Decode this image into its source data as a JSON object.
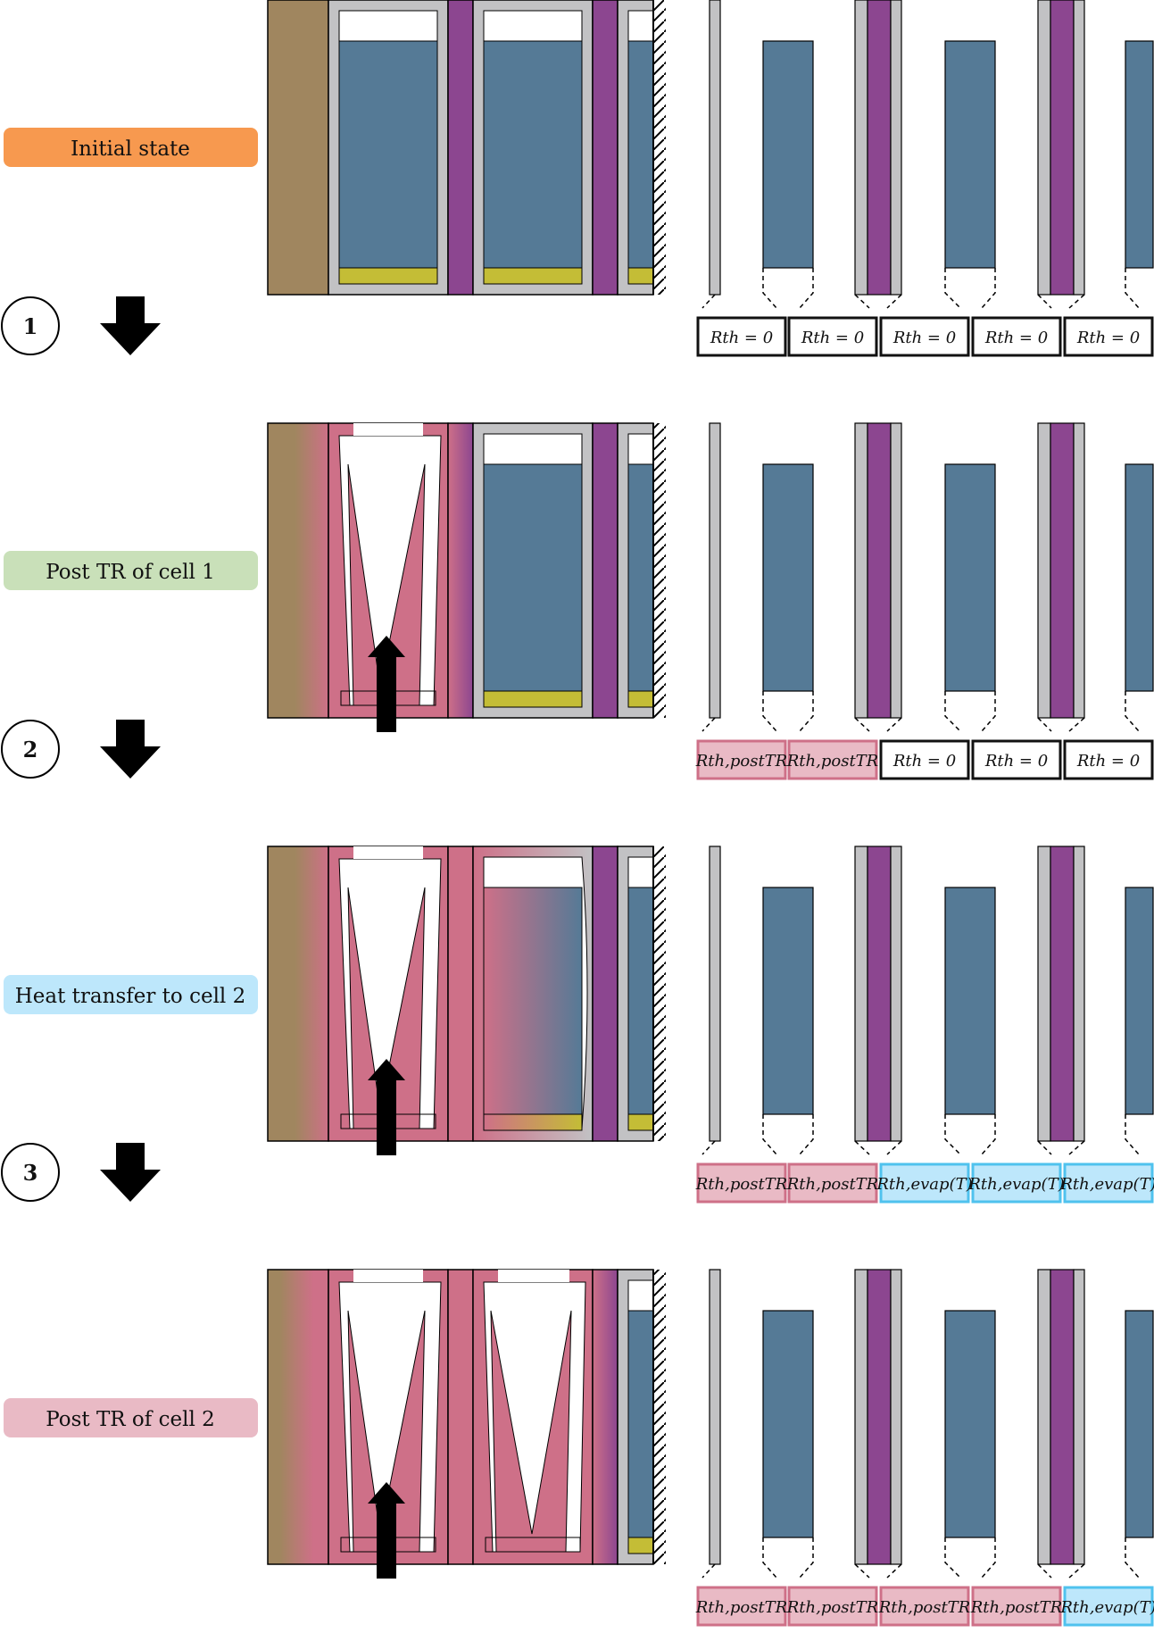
{
  "colors": {
    "housing": "#a0865f",
    "casing": "#c2c2c4",
    "electrolyte": "#557a96",
    "separator": "#8c4690",
    "tab": "#c4bd36",
    "post_tr": "#ce7088",
    "default_box": "#ffffff",
    "post_tr_box": "#e9bac5",
    "evap_box": "#bde7fb"
  },
  "stages": [
    {
      "label": "Initial state",
      "label_bg": "#f7994f",
      "resistances": [
        {
          "label": "Rth = 0",
          "kind": "default"
        },
        {
          "label": "Rth = 0",
          "kind": "default"
        },
        {
          "label": "Rth = 0",
          "kind": "default"
        },
        {
          "label": "Rth = 0",
          "kind": "default"
        },
        {
          "label": "Rth = 0",
          "kind": "default"
        }
      ]
    },
    {
      "label": "Post TR of cell 1",
      "label_bg": "#c9e0b9",
      "resistances": [
        {
          "label": "Rth,postTR",
          "kind": "post_tr"
        },
        {
          "label": "Rth,postTR",
          "kind": "post_tr"
        },
        {
          "label": "Rth = 0",
          "kind": "default"
        },
        {
          "label": "Rth = 0",
          "kind": "default"
        },
        {
          "label": "Rth = 0",
          "kind": "default"
        }
      ]
    },
    {
      "label": "Heat transfer to cell 2",
      "label_bg": "#bde7fb",
      "resistances": [
        {
          "label": "Rth,postTR",
          "kind": "post_tr"
        },
        {
          "label": "Rth,postTR",
          "kind": "post_tr"
        },
        {
          "label": "Rth,evap(T)",
          "kind": "evap"
        },
        {
          "label": "Rth,evap(T)",
          "kind": "evap"
        },
        {
          "label": "Rth,evap(T)",
          "kind": "evap"
        }
      ]
    },
    {
      "label": "Post TR of cell 2",
      "label_bg": "#e9bac5",
      "resistances": [
        {
          "label": "Rth,postTR",
          "kind": "post_tr"
        },
        {
          "label": "Rth,postTR",
          "kind": "post_tr"
        },
        {
          "label": "Rth,postTR",
          "kind": "post_tr"
        },
        {
          "label": "Rth,postTR",
          "kind": "post_tr"
        },
        {
          "label": "Rth,evap(T)",
          "kind": "evap"
        }
      ]
    }
  ],
  "steps": [
    "1",
    "2",
    "3"
  ]
}
